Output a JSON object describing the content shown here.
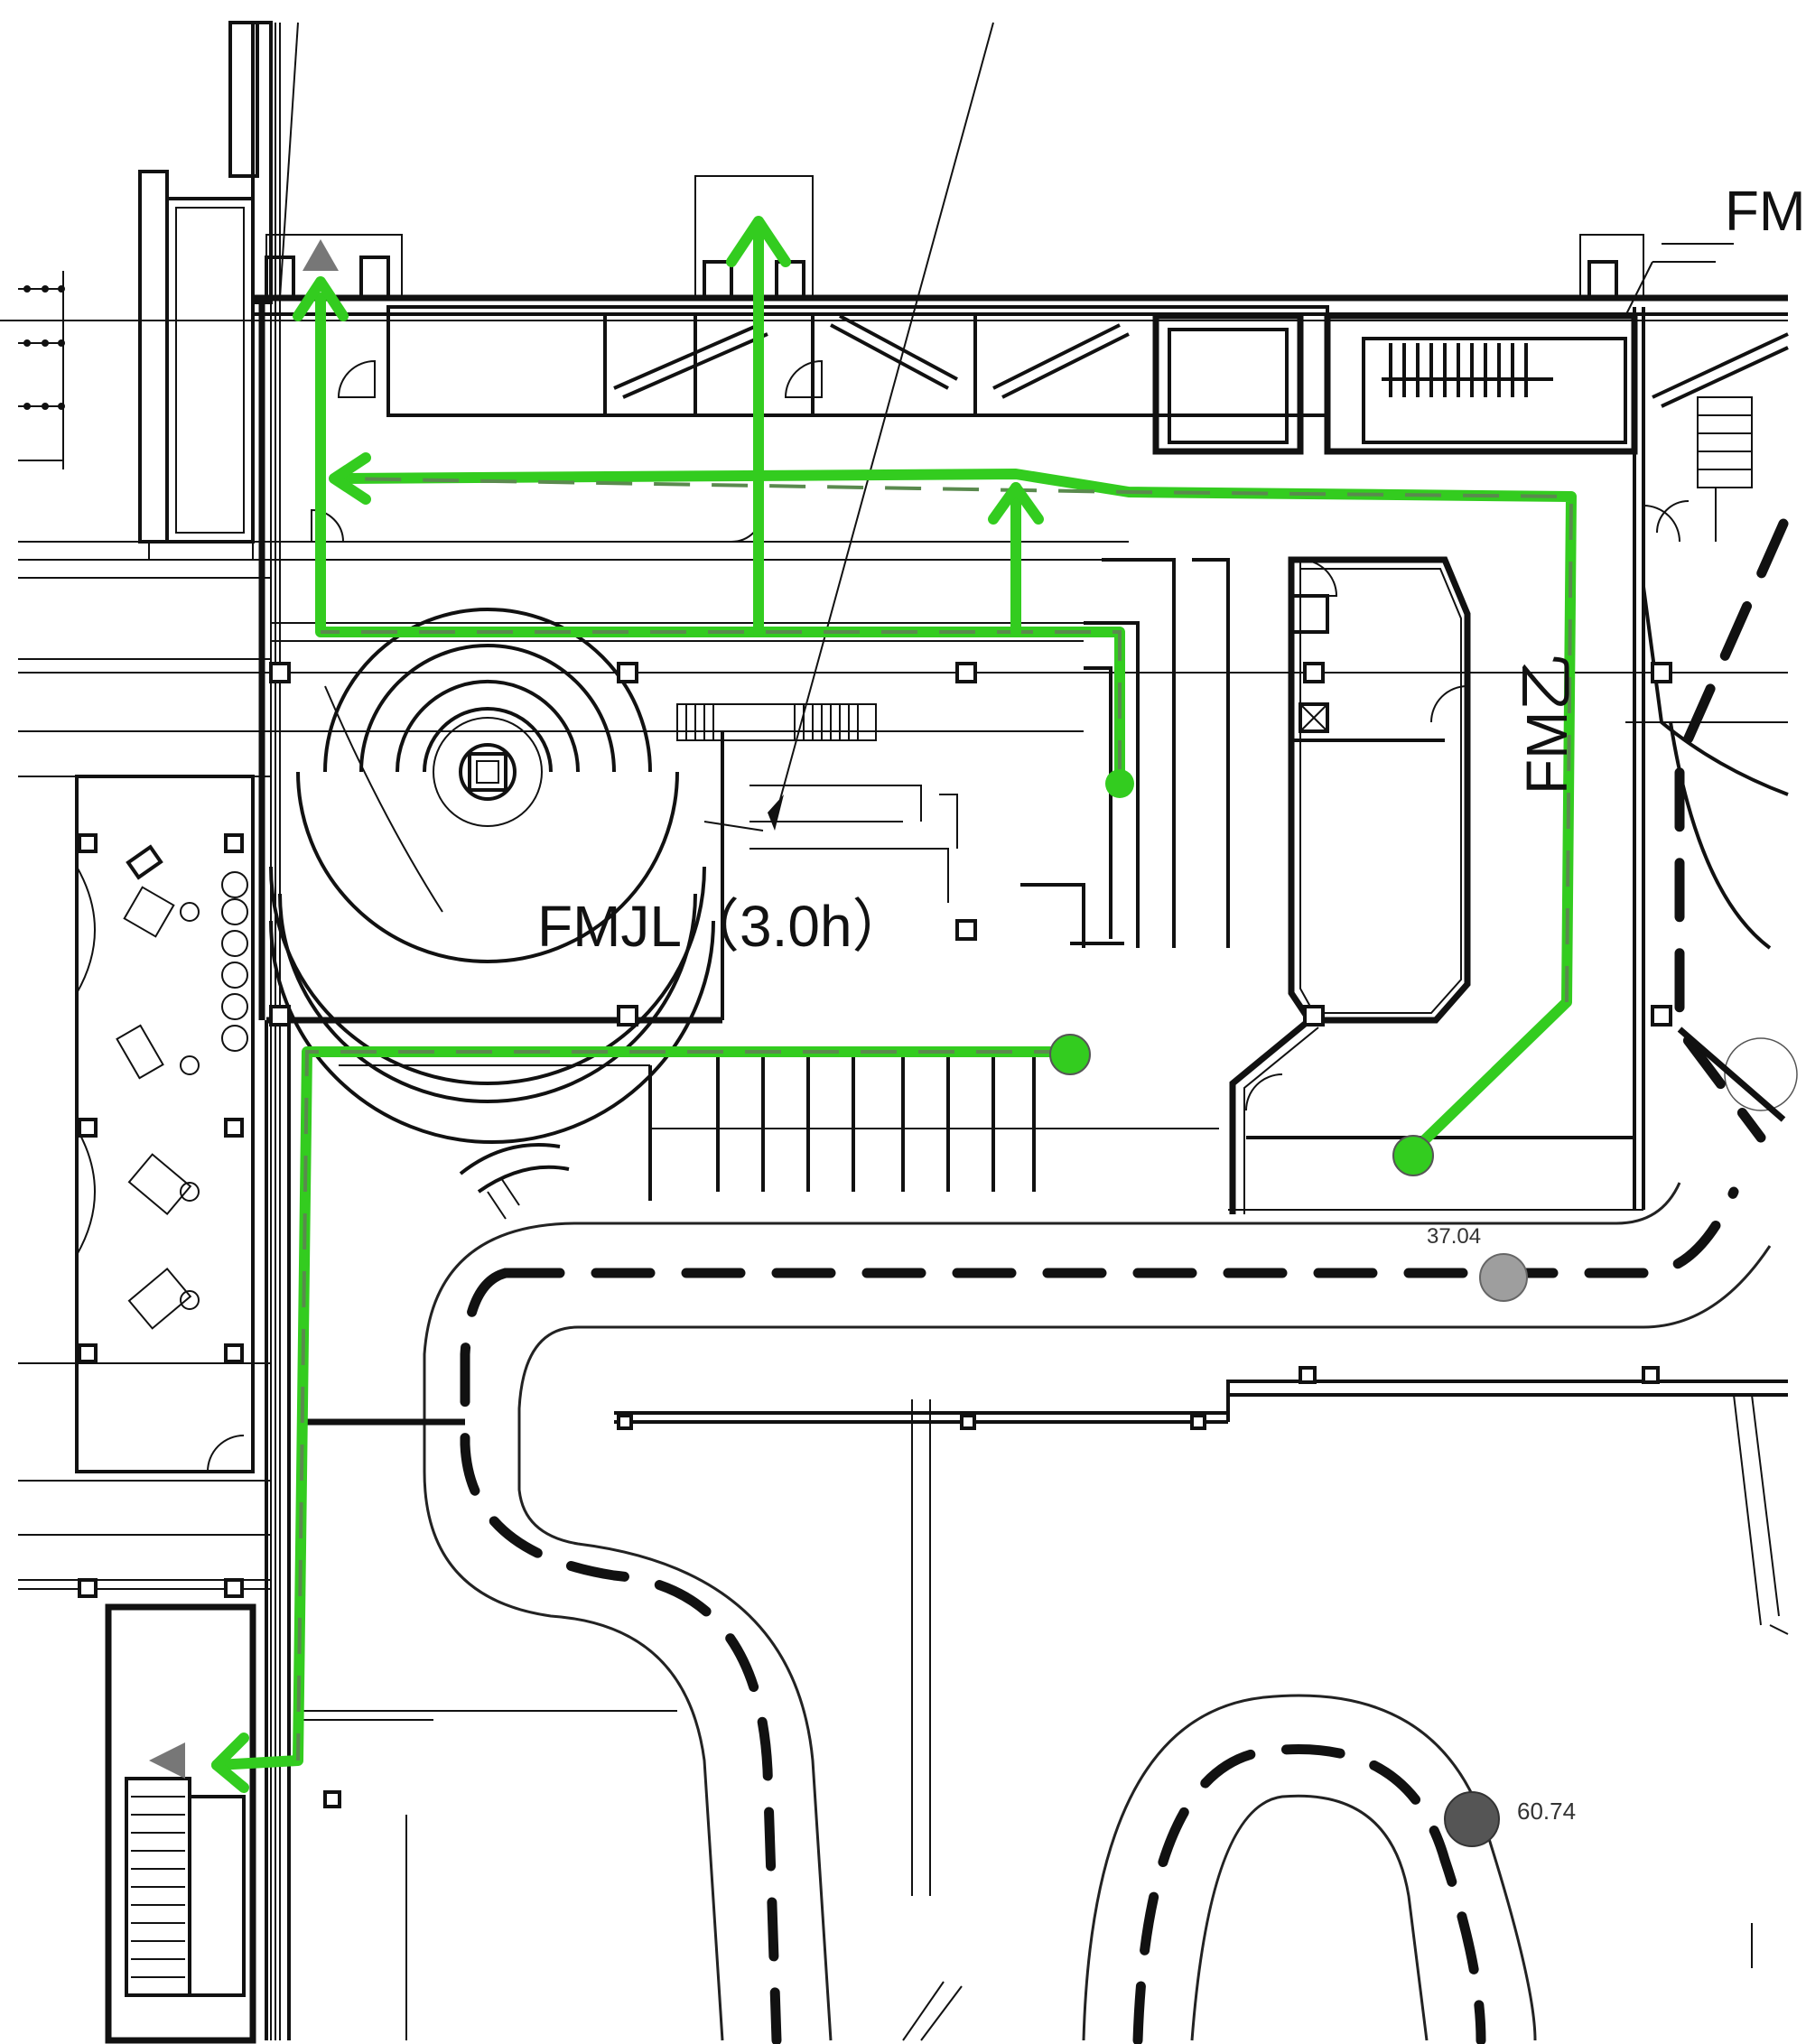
{
  "labels": {
    "fm_top_right": "FM",
    "fm_vertical": "FM乙",
    "fmjl": "FMJL（3.0h）",
    "elev_1": "37.04",
    "elev_2": "60.74"
  },
  "colors": {
    "route": "#33cc1f",
    "route_dash": "#5a8a4e",
    "wall": "#111111",
    "marker_gray": "#9e9e9e",
    "marker_dark": "#555555"
  },
  "icons": {
    "route_arrow": "arrow-head-icon",
    "start_point": "start-point-icon",
    "elevation_marker": "elevation-marker-icon"
  }
}
